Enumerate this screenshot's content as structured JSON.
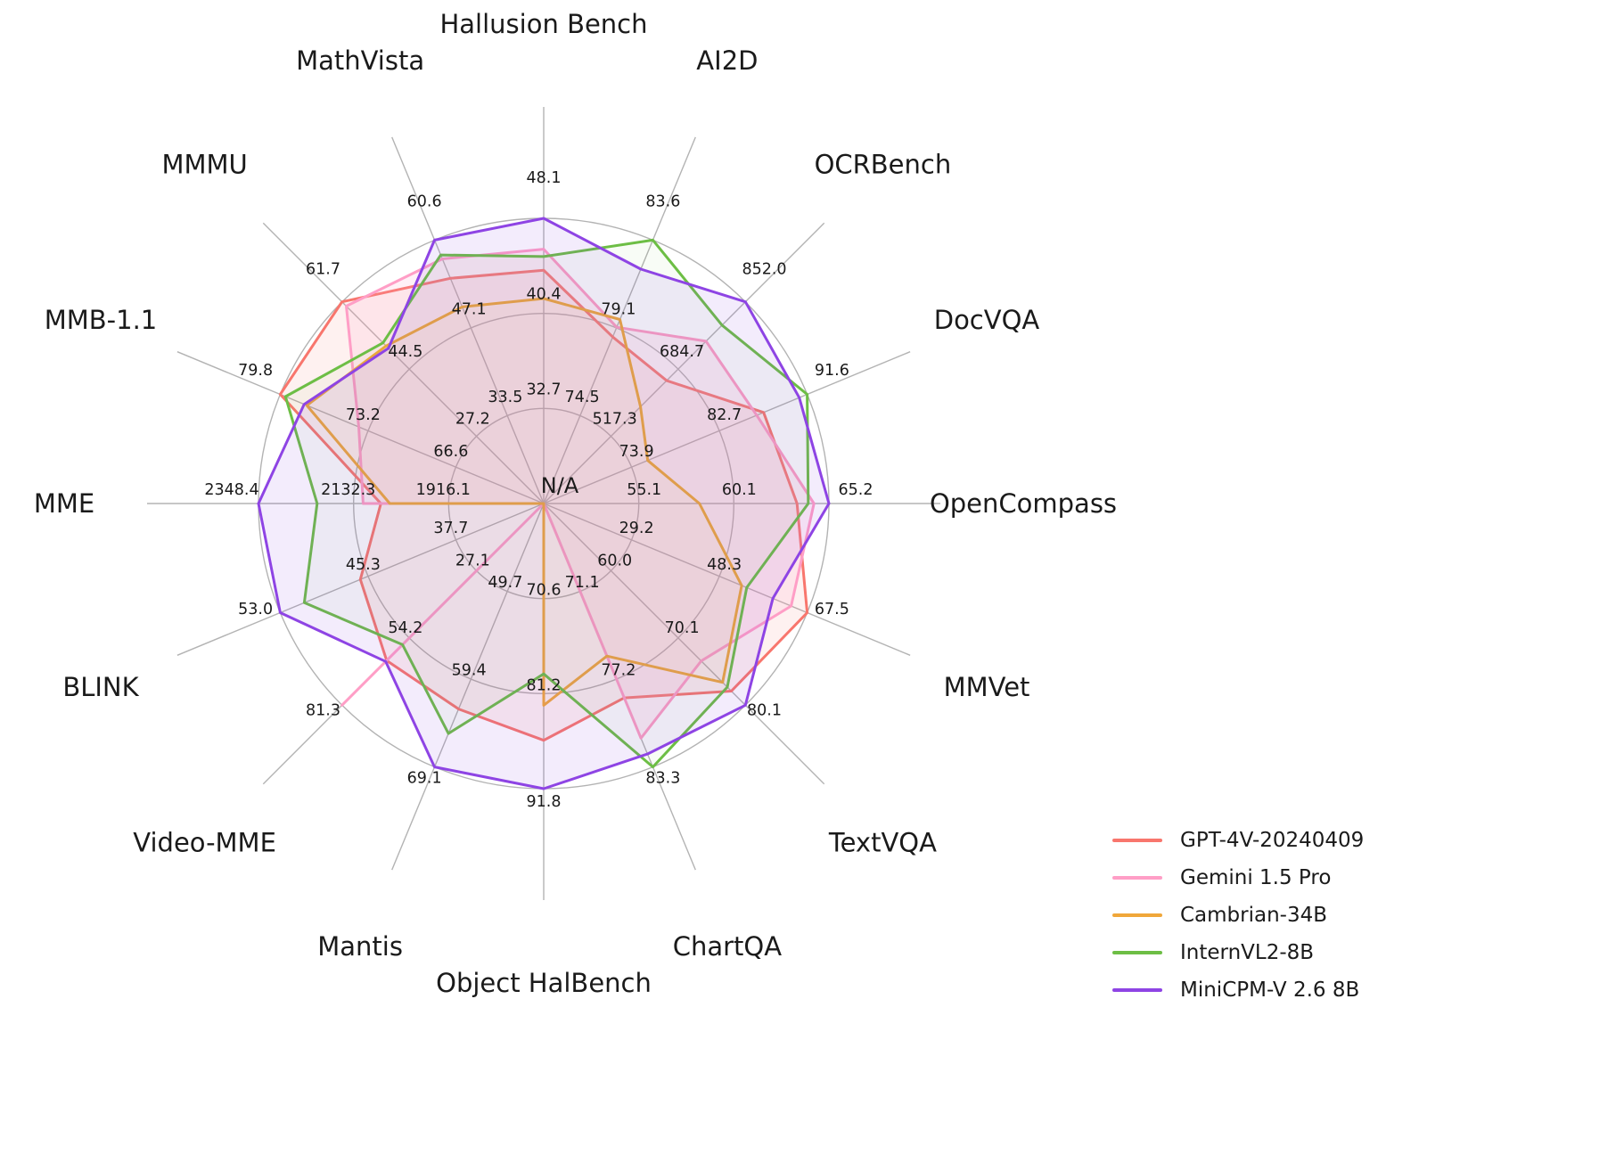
{
  "style": {
    "background": "#ffffff",
    "grid_color": "#b3b3b3",
    "text_color": "#1a1a1a"
  },
  "chart_data": {
    "type": "radar",
    "title": "",
    "center_label": "N/A",
    "rings": 3,
    "grid": "circular",
    "legend_position": "bottom-right",
    "axes": [
      {
        "id": "hallusion-bench",
        "label": "Hallusion Bench",
        "axis_min": 25.0,
        "axis_max": 48.1,
        "ring_labels": [
          "32.7",
          "40.4",
          "48.1"
        ]
      },
      {
        "id": "ai2d",
        "label": "AI2D",
        "axis_min": 70.0,
        "axis_max": 83.6,
        "ring_labels": [
          "74.5",
          "79.1",
          "83.6"
        ]
      },
      {
        "id": "ocrbench",
        "label": "OCRBench",
        "axis_min": 350.0,
        "axis_max": 852.0,
        "ring_labels": [
          "517.3",
          "684.7",
          "852.0"
        ]
      },
      {
        "id": "docvqa",
        "label": "DocVQA",
        "axis_min": 65.0,
        "axis_max": 91.6,
        "ring_labels": [
          "73.9",
          "82.7",
          "91.6"
        ]
      },
      {
        "id": "opencompass",
        "label": "OpenCompass",
        "axis_min": 50.0,
        "axis_max": 65.2,
        "ring_labels": [
          "55.1",
          "60.1",
          "65.2"
        ]
      },
      {
        "id": "mmvet",
        "label": "MMVet",
        "axis_min": 10.0,
        "axis_max": 67.5,
        "ring_labels": [
          "29.2",
          "48.3",
          "67.5"
        ]
      },
      {
        "id": "textvqa",
        "label": "TextVQA",
        "axis_min": 50.0,
        "axis_max": 80.1,
        "ring_labels": [
          "60.0",
          "70.1",
          "80.1"
        ]
      },
      {
        "id": "chartqa",
        "label": "ChartQA",
        "axis_min": 65.0,
        "axis_max": 83.3,
        "ring_labels": [
          "71.1",
          "77.2",
          "83.3"
        ]
      },
      {
        "id": "object-halbench",
        "label": "Object HalBench",
        "axis_min": 60.0,
        "axis_max": 91.8,
        "ring_labels": [
          "70.6",
          "81.2",
          "91.8"
        ]
      },
      {
        "id": "mantis",
        "label": "Mantis",
        "axis_min": 40.0,
        "axis_max": 69.1,
        "ring_labels": [
          "49.7",
          "59.4",
          "69.1"
        ]
      },
      {
        "id": "video-mme",
        "label": "Video-MME",
        "axis_min": 0.0,
        "axis_max": 81.3,
        "ring_labels": [
          "27.1",
          "54.2",
          "81.3"
        ]
      },
      {
        "id": "blink",
        "label": "BLINK",
        "axis_min": 30.0,
        "axis_max": 53.0,
        "ring_labels": [
          "37.7",
          "45.3",
          "53.0"
        ]
      },
      {
        "id": "mme",
        "label": "MME",
        "axis_min": 1700.0,
        "axis_max": 2348.4,
        "ring_labels": [
          "1916.1",
          "2132.3",
          "2348.4"
        ]
      },
      {
        "id": "mmb-1-1",
        "label": "MMB-1.1",
        "axis_min": 60.0,
        "axis_max": 79.8,
        "ring_labels": [
          "66.6",
          "73.2",
          "79.8"
        ]
      },
      {
        "id": "mmmu",
        "label": "MMMU",
        "axis_min": 10.0,
        "axis_max": 61.7,
        "ring_labels": [
          "27.2",
          "44.5",
          "61.7"
        ]
      },
      {
        "id": "mathvista",
        "label": "MathVista",
        "axis_min": 20.0,
        "axis_max": 60.6,
        "ring_labels": [
          "33.5",
          "47.1",
          "60.6"
        ]
      }
    ],
    "series": [
      {
        "id": "gpt-4v-20240409",
        "name": "GPT-4V-20240409",
        "color": "#F8766D",
        "fill_opacity": 0.1,
        "values": [
          43.9,
          78.6,
          656.0,
          87.2,
          63.5,
          67.5,
          78.0,
          78.5,
          86.4,
          62.7,
          63.3,
          46.0,
          2070.2,
          79.8,
          61.7,
          54.7
        ]
      },
      {
        "id": "gemini-1-5-pro",
        "name": "Gemini 1.5 Pro",
        "color": "#FF9EC6",
        "fill_opacity": 0.15,
        "values": [
          45.6,
          79.1,
          754.0,
          86.5,
          64.4,
          64.0,
          73.5,
          81.3,
          null,
          null,
          81.3,
          null,
          2110.6,
          73.9,
          60.6,
          57.7
        ]
      },
      {
        "id": "cambrian-34b",
        "name": "Cambrian-34B",
        "color": "#F0A73A",
        "fill_opacity": 0.04,
        "values": [
          41.6,
          79.5,
          591.0,
          75.5,
          58.3,
          53.2,
          76.7,
          75.6,
          82.5,
          null,
          null,
          null,
          2049.9,
          77.8,
          50.4,
          50.3
        ]
      },
      {
        "id": "internvl2-8b",
        "name": "InternVL2-8B",
        "color": "#6DBE45",
        "fill_opacity": 0.05,
        "values": [
          45.0,
          83.6,
          794.0,
          91.6,
          64.1,
          54.3,
          77.4,
          83.3,
          79.0,
          65.4,
          56.9,
          50.9,
          2215.1,
          79.4,
          51.2,
          58.3
        ]
      },
      {
        "id": "minicpm-v-2-6-8b",
        "name": "MiniCPM-V 2.6 8B",
        "color": "#8E44E4",
        "fill_opacity": 0.1,
        "values": [
          48.1,
          82.1,
          852.0,
          90.8,
          65.2,
          60.0,
          80.1,
          82.4,
          91.8,
          69.1,
          63.7,
          53.0,
          2348.4,
          78.0,
          49.8,
          60.6
        ]
      }
    ]
  }
}
